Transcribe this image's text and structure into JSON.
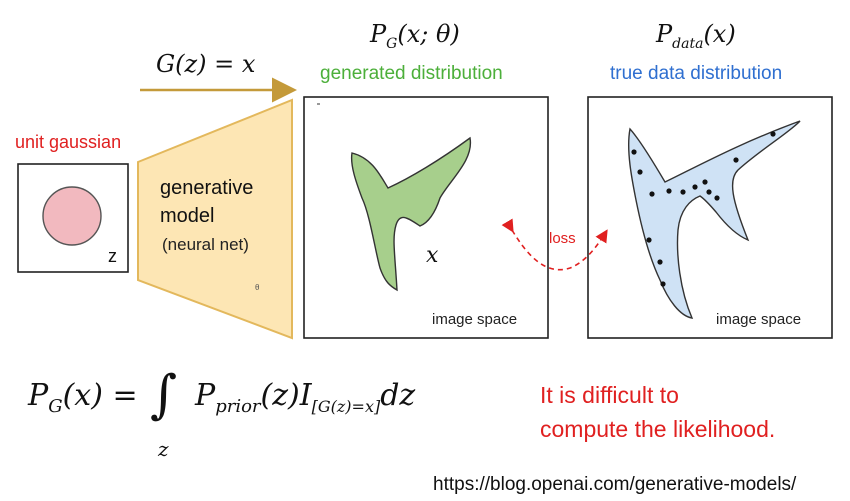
{
  "generator_formula": "G(z) = x",
  "pg_title": "P_G(x; θ)",
  "pdata_title": "P_data(x)",
  "generated_distribution_label": "generated distribution",
  "true_distribution_label": "true data distribution",
  "unit_gaussian_label": "unit gaussian",
  "z_label": "z",
  "model": {
    "line1": "generative",
    "line2": "model",
    "line3": "(neural net)",
    "theta": "θ"
  },
  "x_label": "x",
  "loss_label": "loss",
  "image_space_left": "image space",
  "image_space_right": "image space",
  "formula": {
    "lhs": "P_G(x) =",
    "integral": "∫",
    "subscript": "z",
    "body": "P_prior(z) I_[G(z)=x] dz"
  },
  "note_line1": "It is difficult to",
  "note_line2": "compute the likelihood.",
  "source_url": "https://blog.openai.com/generative-models/",
  "colors": {
    "red": "#e02020",
    "green": "#4caf3a",
    "blue": "#2f6fd0",
    "model_fill": "#fde6b4",
    "circle_fill": "#f2b9bf",
    "green_fill": "#a7cf8c",
    "blue_fill": "#cfe2f5"
  }
}
